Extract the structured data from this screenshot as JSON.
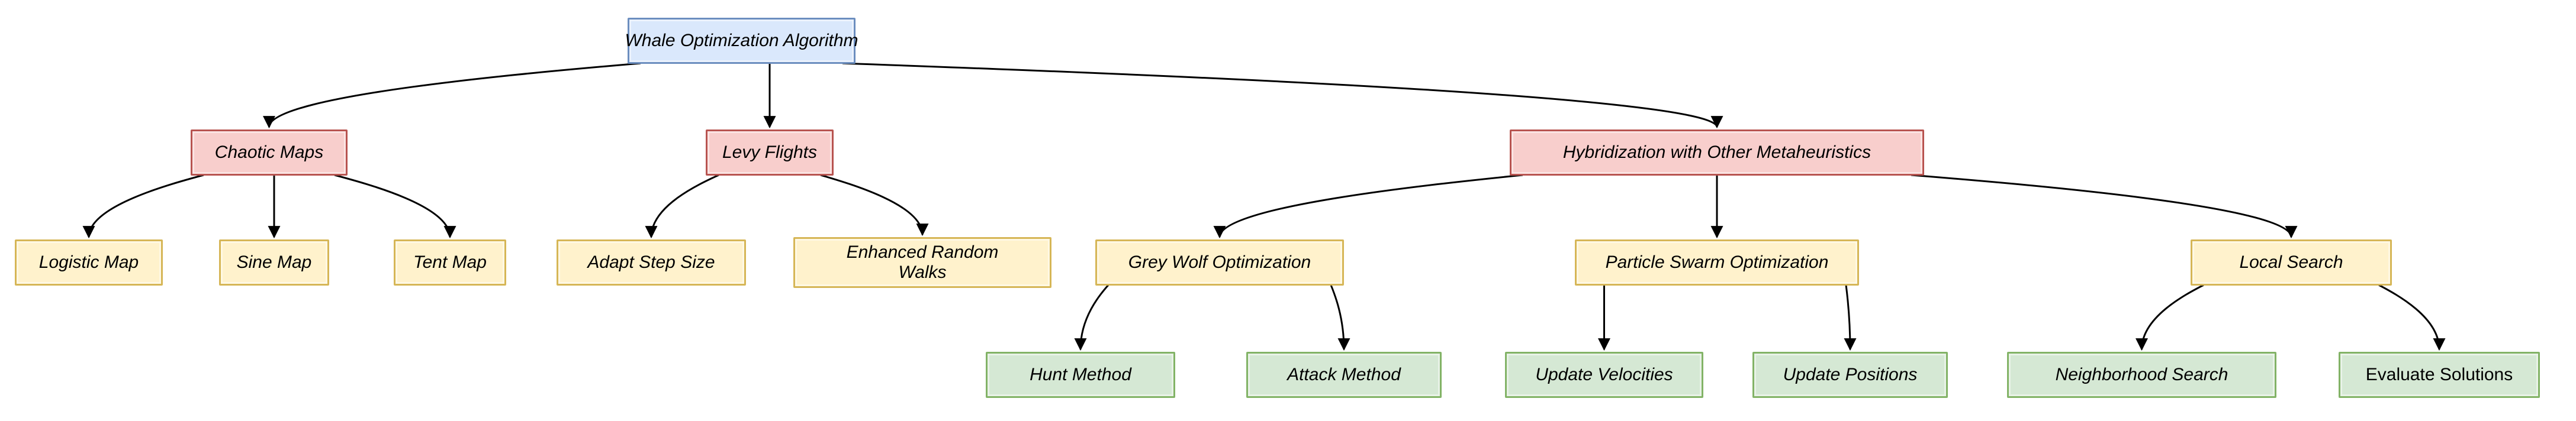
{
  "diagram": {
    "type": "flowchart-tree",
    "background_color": "#ffffff",
    "edge_color": "#000000",
    "palette": {
      "root_fill": "#dae8fc",
      "root_stroke": "#6c8ebf",
      "branch_fill": "#f8cecc",
      "branch_stroke": "#b85450",
      "sub_fill": "#fff2cc",
      "sub_stroke": "#d6b656",
      "leaf_fill": "#d5e8d4",
      "leaf_stroke": "#82b366"
    },
    "nodes": [
      {
        "id": "woa",
        "label": "Whale Optimization Algorithm",
        "fill": "#dae8fc",
        "stroke": "#6c8ebf",
        "text_style": "italic"
      },
      {
        "id": "chaotic",
        "label": "Chaotic Maps",
        "fill": "#f8cecc",
        "stroke": "#b85450",
        "text_style": "italic"
      },
      {
        "id": "levy",
        "label": "Levy Flights",
        "fill": "#f8cecc",
        "stroke": "#b85450",
        "text_style": "italic"
      },
      {
        "id": "hybrid",
        "label": "Hybridization with Other Metaheuristics",
        "fill": "#f8cecc",
        "stroke": "#b85450",
        "text_style": "italic"
      },
      {
        "id": "logistic",
        "label": "Logistic Map",
        "fill": "#fff2cc",
        "stroke": "#d6b656",
        "text_style": "italic"
      },
      {
        "id": "sine",
        "label": "Sine Map",
        "fill": "#fff2cc",
        "stroke": "#d6b656",
        "text_style": "italic"
      },
      {
        "id": "tent",
        "label": "Tent Map",
        "fill": "#fff2cc",
        "stroke": "#d6b656",
        "text_style": "italic"
      },
      {
        "id": "adapt",
        "label": "Adapt Step Size",
        "fill": "#fff2cc",
        "stroke": "#d6b656",
        "text_style": "italic"
      },
      {
        "id": "enhanced",
        "label": "Enhanced Random Walks",
        "fill": "#fff2cc",
        "stroke": "#d6b656",
        "text_style": "italic"
      },
      {
        "id": "greywolf",
        "label": "Grey Wolf Optimization",
        "fill": "#fff2cc",
        "stroke": "#d6b656",
        "text_style": "italic"
      },
      {
        "id": "pso",
        "label": "Particle Swarm Optimization",
        "fill": "#fff2cc",
        "stroke": "#d6b656",
        "text_style": "italic"
      },
      {
        "id": "local",
        "label": "Local Search",
        "fill": "#fff2cc",
        "stroke": "#d6b656",
        "text_style": "italic"
      },
      {
        "id": "hunt",
        "label": "Hunt Method",
        "fill": "#d5e8d4",
        "stroke": "#82b366",
        "text_style": "italic"
      },
      {
        "id": "attack",
        "label": "Attack Method",
        "fill": "#d5e8d4",
        "stroke": "#82b366",
        "text_style": "italic"
      },
      {
        "id": "updvel",
        "label": "Update Velocities",
        "fill": "#d5e8d4",
        "stroke": "#82b366",
        "text_style": "italic"
      },
      {
        "id": "updpos",
        "label": "Update Positions",
        "fill": "#d5e8d4",
        "stroke": "#82b366",
        "text_style": "italic"
      },
      {
        "id": "neigh",
        "label": "Neighborhood Search",
        "fill": "#d5e8d4",
        "stroke": "#82b366",
        "text_style": "italic"
      },
      {
        "id": "eval",
        "label": "Evaluate Solutions",
        "fill": "#d5e8d4",
        "stroke": "#82b366",
        "text_style": "normal"
      }
    ],
    "edges": [
      {
        "from": "woa",
        "to": "chaotic"
      },
      {
        "from": "woa",
        "to": "levy"
      },
      {
        "from": "woa",
        "to": "hybrid"
      },
      {
        "from": "chaotic",
        "to": "logistic"
      },
      {
        "from": "chaotic",
        "to": "sine"
      },
      {
        "from": "chaotic",
        "to": "tent"
      },
      {
        "from": "levy",
        "to": "adapt"
      },
      {
        "from": "levy",
        "to": "enhanced"
      },
      {
        "from": "hybrid",
        "to": "greywolf"
      },
      {
        "from": "hybrid",
        "to": "pso"
      },
      {
        "from": "hybrid",
        "to": "local"
      },
      {
        "from": "greywolf",
        "to": "hunt"
      },
      {
        "from": "greywolf",
        "to": "attack"
      },
      {
        "from": "pso",
        "to": "updvel"
      },
      {
        "from": "pso",
        "to": "updpos"
      },
      {
        "from": "local",
        "to": "neigh"
      },
      {
        "from": "local",
        "to": "eval"
      }
    ]
  }
}
